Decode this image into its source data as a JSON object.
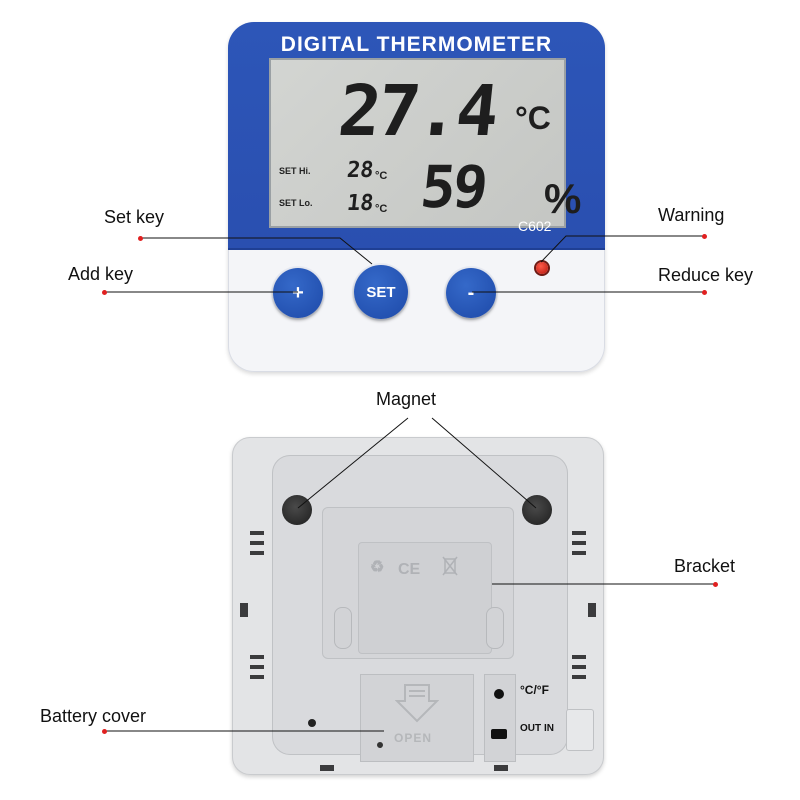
{
  "front": {
    "title": "DIGITAL THERMOMETER",
    "temperature": "27.4",
    "temperature_unit": "°C",
    "set_hi_label": "SET Hi.",
    "set_hi_value": "28",
    "set_lo_label": "SET Lo.",
    "set_lo_value": "18",
    "small_unit": "°C",
    "humidity": "59",
    "humidity_unit": "%",
    "model": "C602",
    "buttons": {
      "plus": "+",
      "set": "SET",
      "minus": "-"
    }
  },
  "back": {
    "unit_switch_label": "°C/°F",
    "out_label": "OUT",
    "in_label": "IN",
    "open_label": "OPEN",
    "ce_mark": "CE"
  },
  "callouts": {
    "set_key": "Set key",
    "warning": "Warning",
    "add_key": "Add key",
    "reduce_key": "Reduce key",
    "magnet": "Magnet",
    "bracket": "Bracket",
    "battery_cover": "Battery cover"
  },
  "colors": {
    "device_blue": "#2a4fb0",
    "lcd_gray": "#c9cbc8",
    "button_blue": "#1d49a8",
    "callout_dot": "#e02020",
    "led_red": "#d0190e"
  },
  "icons": [
    "recycle-icon",
    "ce-mark-icon",
    "weee-bin-icon",
    "open-arrow-icon"
  ]
}
